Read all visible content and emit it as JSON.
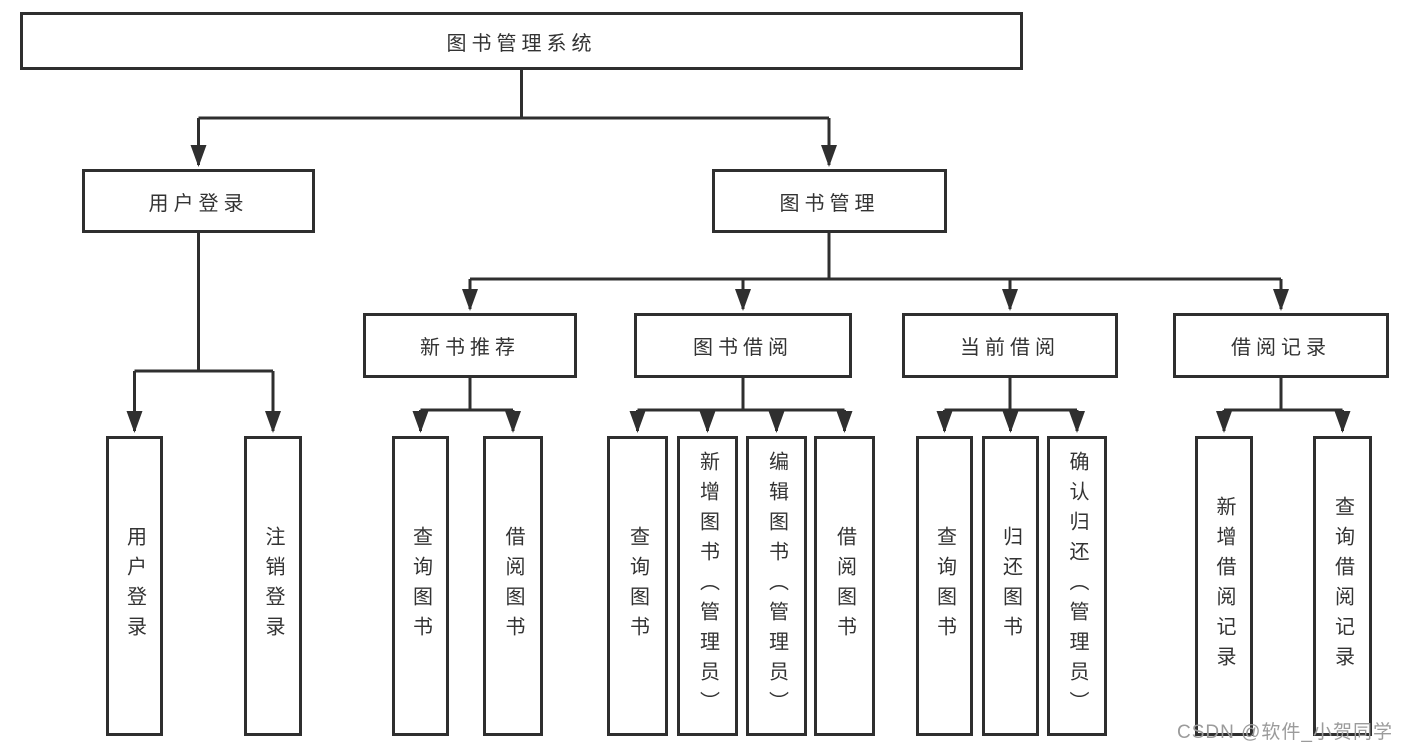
{
  "diagram": {
    "line_color": "#2f2f2f",
    "text_color": "#333333",
    "root": {
      "label": "图书管理系统"
    },
    "level2": [
      {
        "label": "用户登录"
      },
      {
        "label": "图书管理"
      }
    ],
    "level3": [
      {
        "label": "新书推荐"
      },
      {
        "label": "图书借阅"
      },
      {
        "label": "当前借阅"
      },
      {
        "label": "借阅记录"
      }
    ],
    "leaves": [
      {
        "label": "用户登录"
      },
      {
        "label": "注销登录"
      },
      {
        "label": "查询图书"
      },
      {
        "label": "借阅图书"
      },
      {
        "label": "查询图书"
      },
      {
        "label": "新增图书（管理员）"
      },
      {
        "label": "编辑图书（管理员）"
      },
      {
        "label": "借阅图书"
      },
      {
        "label": "查询图书"
      },
      {
        "label": "归还图书"
      },
      {
        "label": "确认归还（管理员）"
      },
      {
        "label": "新增借阅记录"
      },
      {
        "label": "查询借阅记录"
      }
    ]
  },
  "watermark": {
    "text": "CSDN @软件_小贺同学",
    "color": "#9b9b9b"
  }
}
